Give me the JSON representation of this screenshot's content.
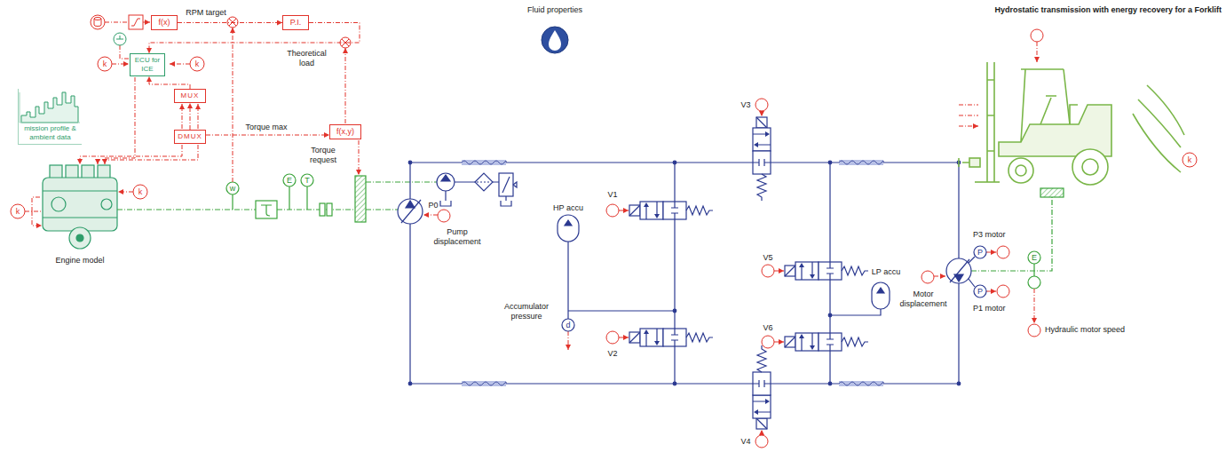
{
  "diagram": {
    "title": "Hydrostatic transmission with energy recovery for a Forklift",
    "nodes": [
      {
        "text": [
          "f(x)"
        ]
      },
      {
        "text": [
          "P.I."
        ]
      },
      {
        "text": [
          "ECU for ICE"
        ]
      },
      {
        "text": [
          "MUX"
        ]
      },
      {
        "text": [
          "DMUX"
        ]
      },
      {
        "text": [
          "f(x,y)"
        ]
      },
      {
        "text": [
          "mission profile & ambient data"
        ]
      }
    ],
    "edges": [
      {
        "from": 0,
        "to": 1,
        "label": "RPM target",
        "arrow": "to"
      },
      {
        "from": 1,
        "to": 2,
        "arrow": "to"
      },
      {
        "from": 4,
        "to": 3,
        "arrow": "to"
      },
      {
        "from": 3,
        "to": 2,
        "arrow": "to"
      },
      {
        "from": 4,
        "to": 5,
        "label": "Torque max",
        "arrow": "to"
      }
    ],
    "labels": [
      "Fluid properties",
      "Theoretical load",
      "Torque request",
      "Engine model",
      "Pump displacement",
      "P0",
      "HP accu",
      "V1",
      "Accumulator pressure",
      "V2",
      "V3",
      "V4",
      "V5",
      "LP accu",
      "V6",
      "P3 motor",
      "Motor displacement",
      "P1 motor",
      "Hydraulic motor speed",
      "k",
      "k",
      "k",
      "k",
      "k",
      "w",
      "E",
      "T",
      "d",
      "P",
      "P",
      "E"
    ]
  }
}
